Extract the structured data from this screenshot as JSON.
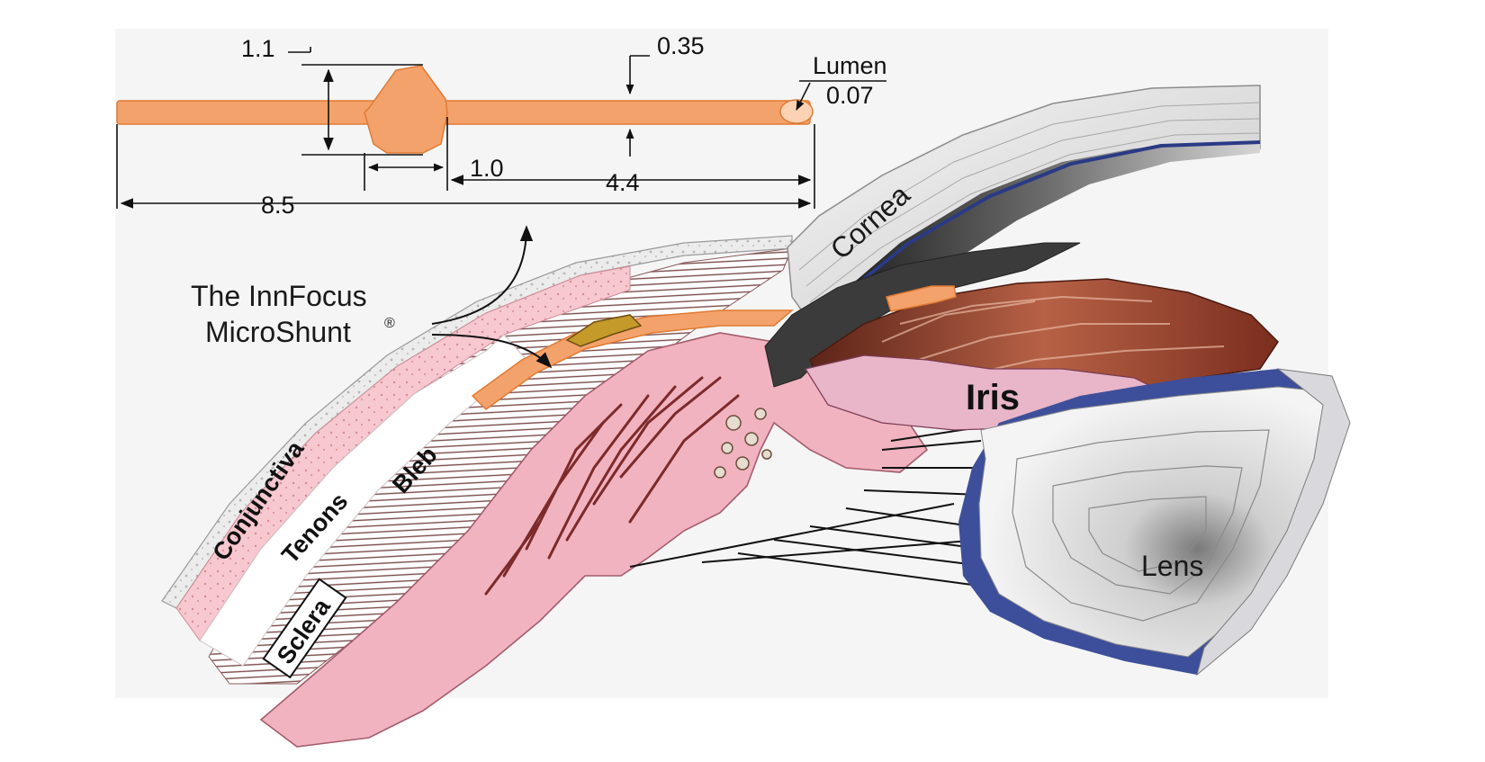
{
  "dimensions": {
    "diameter": "1.1",
    "bulb_length": "1.0",
    "tube_diameter": "0.35",
    "distal_length": "4.4",
    "total_length": "8.5",
    "lumen_label": "Lumen",
    "lumen_value": "0.07"
  },
  "device": {
    "name_line1": "The InnFocus",
    "name_line2": "MicroShunt",
    "registered_mark": "®"
  },
  "anatomy": {
    "cornea": "Cornea",
    "iris": "Iris",
    "lens": "Lens",
    "conjunctiva": "Conjunctiva",
    "tenons": "Tenons",
    "bleb": "Bleb",
    "sclera": "Sclera"
  },
  "colors": {
    "shunt_orange": "#f4a26b",
    "shunt_edge": "#e07a32",
    "sclera_pink": "#f2b9c4",
    "iris_brown": "#8a3b28",
    "lens_blue": "#3d4f9a",
    "cornea_gray": "#bdbdbd"
  }
}
